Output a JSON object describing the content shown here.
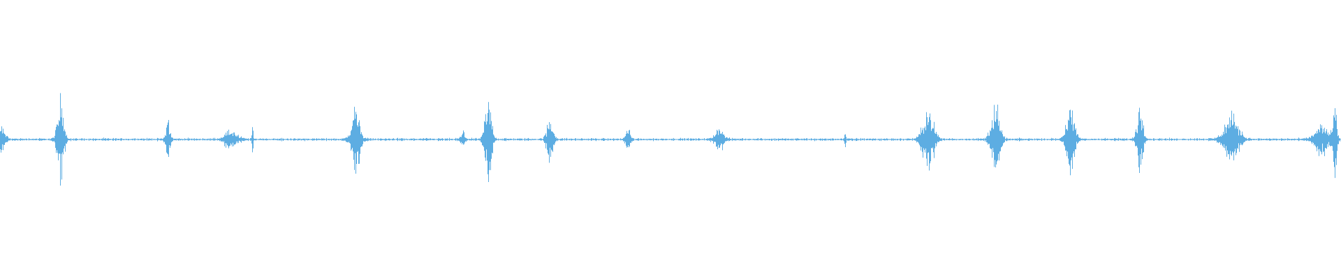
{
  "waveform": {
    "color": "#5dade2",
    "baseline_amplitude": 0.008,
    "bursts": [
      {
        "position": 0.0,
        "amplitude": 0.09,
        "spread": 0.004
      },
      {
        "position": 0.045,
        "amplitude": 0.28,
        "spread": 0.003
      },
      {
        "position": 0.125,
        "amplitude": 0.14,
        "spread": 0.002
      },
      {
        "position": 0.172,
        "amplitude": 0.06,
        "spread": 0.006
      },
      {
        "position": 0.188,
        "amplitude": 0.12,
        "spread": 0.0006
      },
      {
        "position": 0.265,
        "amplitude": 0.22,
        "spread": 0.004
      },
      {
        "position": 0.345,
        "amplitude": 0.05,
        "spread": 0.002
      },
      {
        "position": 0.364,
        "amplitude": 0.3,
        "spread": 0.003
      },
      {
        "position": 0.41,
        "amplitude": 0.14,
        "spread": 0.003
      },
      {
        "position": 0.468,
        "amplitude": 0.1,
        "spread": 0.002
      },
      {
        "position": 0.536,
        "amplitude": 0.08,
        "spread": 0.004
      },
      {
        "position": 0.63,
        "amplitude": 0.1,
        "spread": 0.0006
      },
      {
        "position": 0.692,
        "amplitude": 0.22,
        "spread": 0.005
      },
      {
        "position": 0.742,
        "amplitude": 0.24,
        "spread": 0.004
      },
      {
        "position": 0.798,
        "amplitude": 0.2,
        "spread": 0.004
      },
      {
        "position": 0.85,
        "amplitude": 0.22,
        "spread": 0.003
      },
      {
        "position": 0.918,
        "amplitude": 0.16,
        "spread": 0.007
      },
      {
        "position": 0.985,
        "amplitude": 0.1,
        "spread": 0.006
      },
      {
        "position": 0.995,
        "amplitude": 0.22,
        "spread": 0.002
      }
    ]
  }
}
